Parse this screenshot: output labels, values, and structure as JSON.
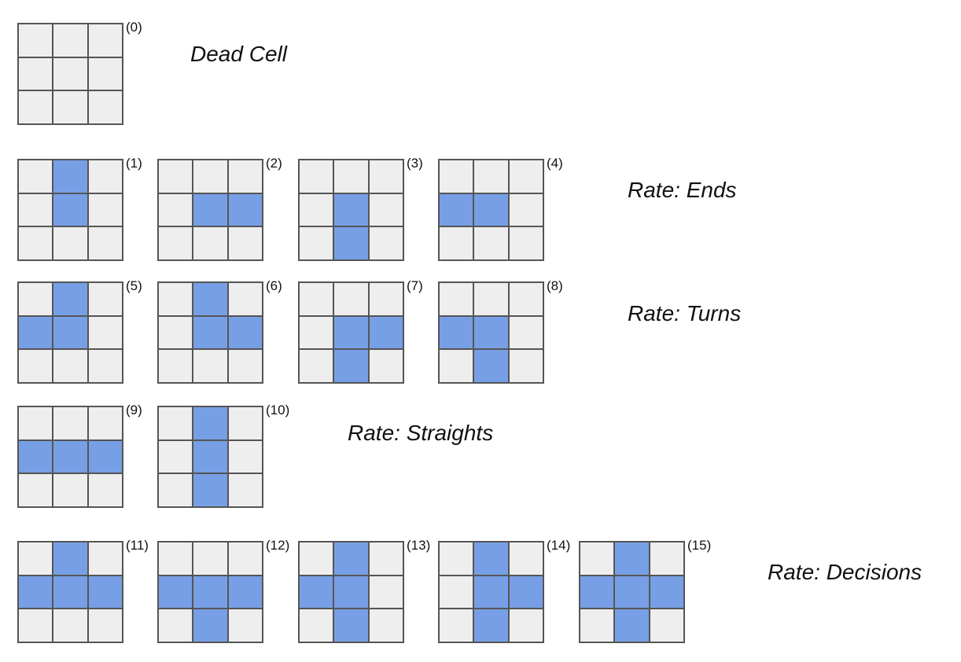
{
  "colors": {
    "dead_cell": "#eeeeee",
    "live_cell": "#779fe5",
    "grid_line": "#555555"
  },
  "rows": [
    {
      "label": "Dead Cell",
      "tiles": [
        {
          "index": "(0)",
          "cells": [
            0,
            0,
            0,
            0,
            0,
            0,
            0,
            0,
            0
          ]
        }
      ]
    },
    {
      "label": "Rate: Ends",
      "tiles": [
        {
          "index": "(1)",
          "cells": [
            0,
            1,
            0,
            0,
            1,
            0,
            0,
            0,
            0
          ]
        },
        {
          "index": "(2)",
          "cells": [
            0,
            0,
            0,
            0,
            1,
            1,
            0,
            0,
            0
          ]
        },
        {
          "index": "(3)",
          "cells": [
            0,
            0,
            0,
            0,
            1,
            0,
            0,
            1,
            0
          ]
        },
        {
          "index": "(4)",
          "cells": [
            0,
            0,
            0,
            1,
            1,
            0,
            0,
            0,
            0
          ]
        }
      ]
    },
    {
      "label": "Rate: Turns",
      "tiles": [
        {
          "index": "(5)",
          "cells": [
            0,
            1,
            0,
            1,
            1,
            0,
            0,
            0,
            0
          ]
        },
        {
          "index": "(6)",
          "cells": [
            0,
            1,
            0,
            0,
            1,
            1,
            0,
            0,
            0
          ]
        },
        {
          "index": "(7)",
          "cells": [
            0,
            0,
            0,
            0,
            1,
            1,
            0,
            1,
            0
          ]
        },
        {
          "index": "(8)",
          "cells": [
            0,
            0,
            0,
            1,
            1,
            0,
            0,
            1,
            0
          ]
        }
      ]
    },
    {
      "label": "Rate: Straights",
      "tiles": [
        {
          "index": "(9)",
          "cells": [
            0,
            0,
            0,
            1,
            1,
            1,
            0,
            0,
            0
          ]
        },
        {
          "index": "(10)",
          "cells": [
            0,
            1,
            0,
            0,
            1,
            0,
            0,
            1,
            0
          ]
        }
      ]
    },
    {
      "label": "Rate: Decisions",
      "tiles": [
        {
          "index": "(11)",
          "cells": [
            0,
            1,
            0,
            1,
            1,
            1,
            0,
            0,
            0
          ]
        },
        {
          "index": "(12)",
          "cells": [
            0,
            0,
            0,
            1,
            1,
            1,
            0,
            1,
            0
          ]
        },
        {
          "index": "(13)",
          "cells": [
            0,
            1,
            0,
            1,
            1,
            0,
            0,
            1,
            0
          ]
        },
        {
          "index": "(14)",
          "cells": [
            0,
            1,
            0,
            0,
            1,
            1,
            0,
            1,
            0
          ]
        },
        {
          "index": "(15)",
          "cells": [
            0,
            1,
            0,
            1,
            1,
            1,
            0,
            1,
            0
          ]
        }
      ]
    }
  ]
}
